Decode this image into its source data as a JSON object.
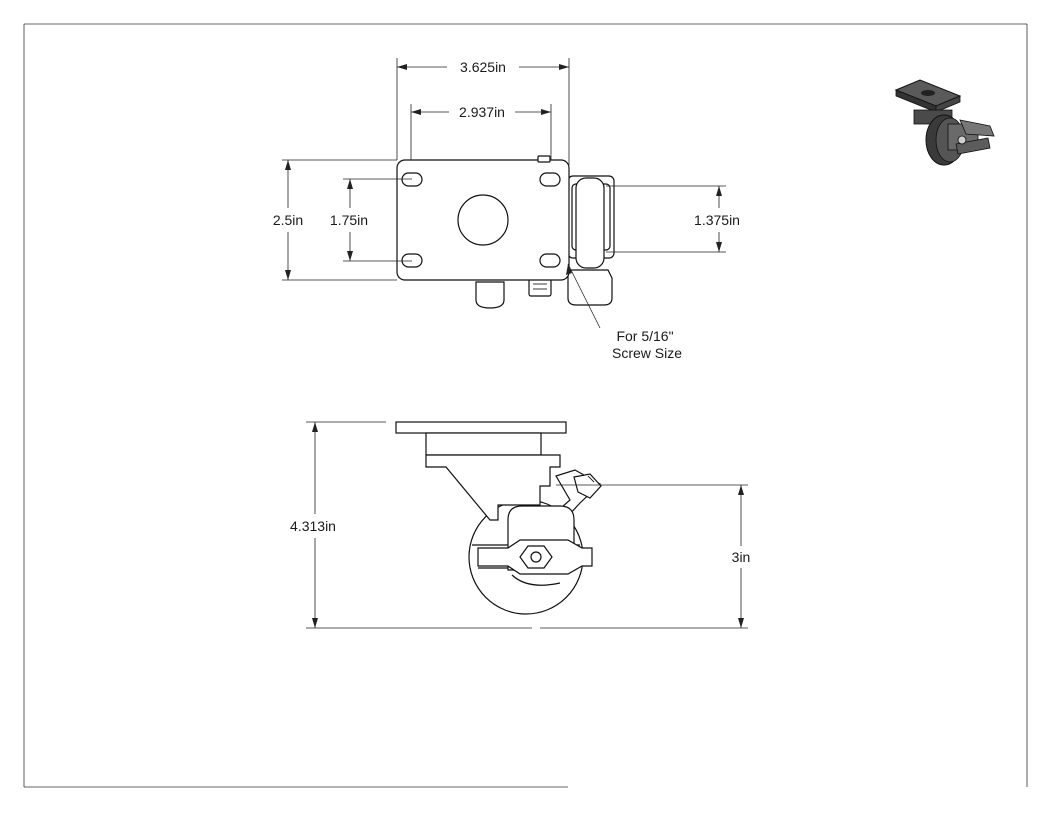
{
  "dimensions": {
    "overall_width": "3.625in",
    "hole_spacing_width": "2.937in",
    "plate_length": "2.5in",
    "hole_spacing_length": "1.75in",
    "brake_width": "1.375in",
    "overall_height": "4.313in",
    "wheel_diameter": "3in"
  },
  "notes": {
    "screw_line1": "For 5/16\"",
    "screw_line2": "Screw Size"
  }
}
